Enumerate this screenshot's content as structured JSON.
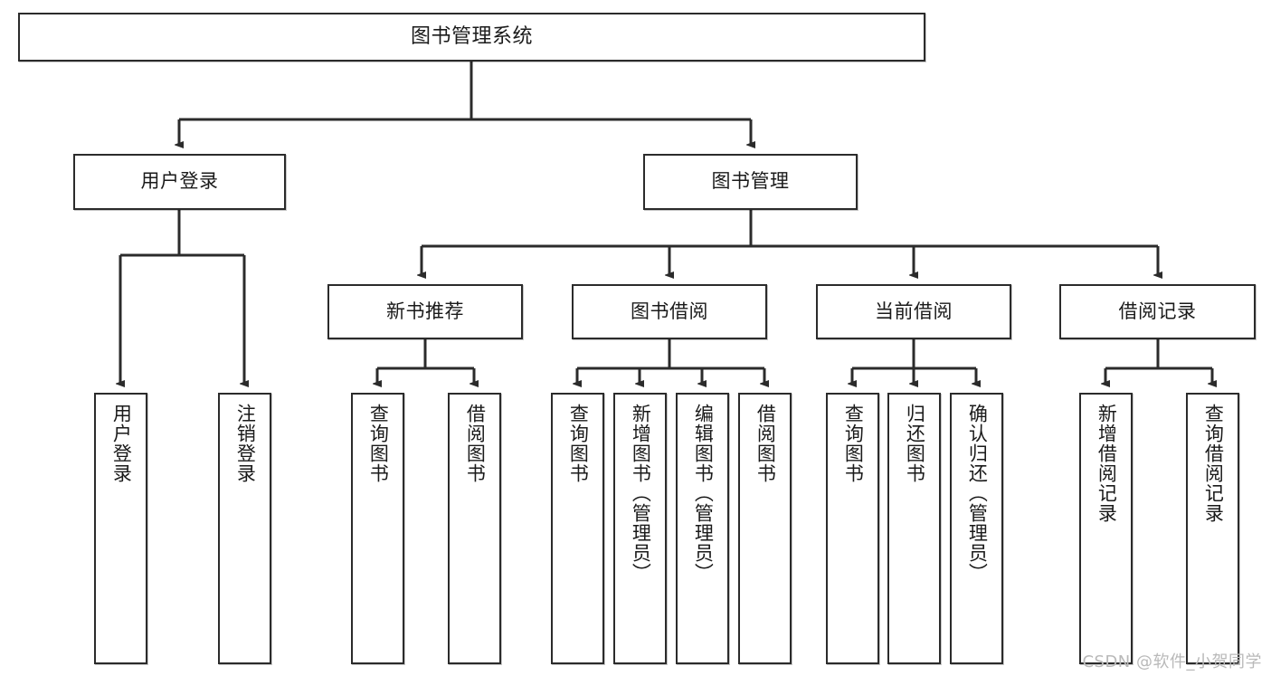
{
  "diagram": {
    "title": "图书管理系统",
    "type": "hierarchy-tree",
    "colors": {
      "box_border": "#2b2b2b",
      "box_fill": "#ffffff",
      "edge": "#2b2b2b",
      "text": "#1a1a1a",
      "watermark": "#b9b9b9"
    },
    "levels": {
      "root": {
        "label": "图书管理系统"
      },
      "level2": [
        {
          "label": "用户登录"
        },
        {
          "label": "图书管理"
        }
      ],
      "level3": [
        {
          "label": "新书推荐"
        },
        {
          "label": "图书借阅"
        },
        {
          "label": "当前借阅"
        },
        {
          "label": "借阅记录"
        }
      ],
      "leaves": {
        "user_login": [
          {
            "label": "用户登录"
          },
          {
            "label": "注销登录"
          }
        ],
        "new_book_recommend": [
          {
            "label": "查询图书"
          },
          {
            "label": "借阅图书"
          }
        ],
        "book_borrow": [
          {
            "label": "查询图书"
          },
          {
            "label": "新增图书（管理员）"
          },
          {
            "label": "编辑图书（管理员）"
          },
          {
            "label": "借阅图书"
          }
        ],
        "current_borrow": [
          {
            "label": "查询图书"
          },
          {
            "label": "归还图书"
          },
          {
            "label": "确认归还（管理员）"
          }
        ],
        "borrow_record": [
          {
            "label": "新增借阅记录"
          },
          {
            "label": "查询借阅记录"
          }
        ]
      }
    }
  },
  "watermark": {
    "text": "CSDN @软件_小贺同学"
  }
}
